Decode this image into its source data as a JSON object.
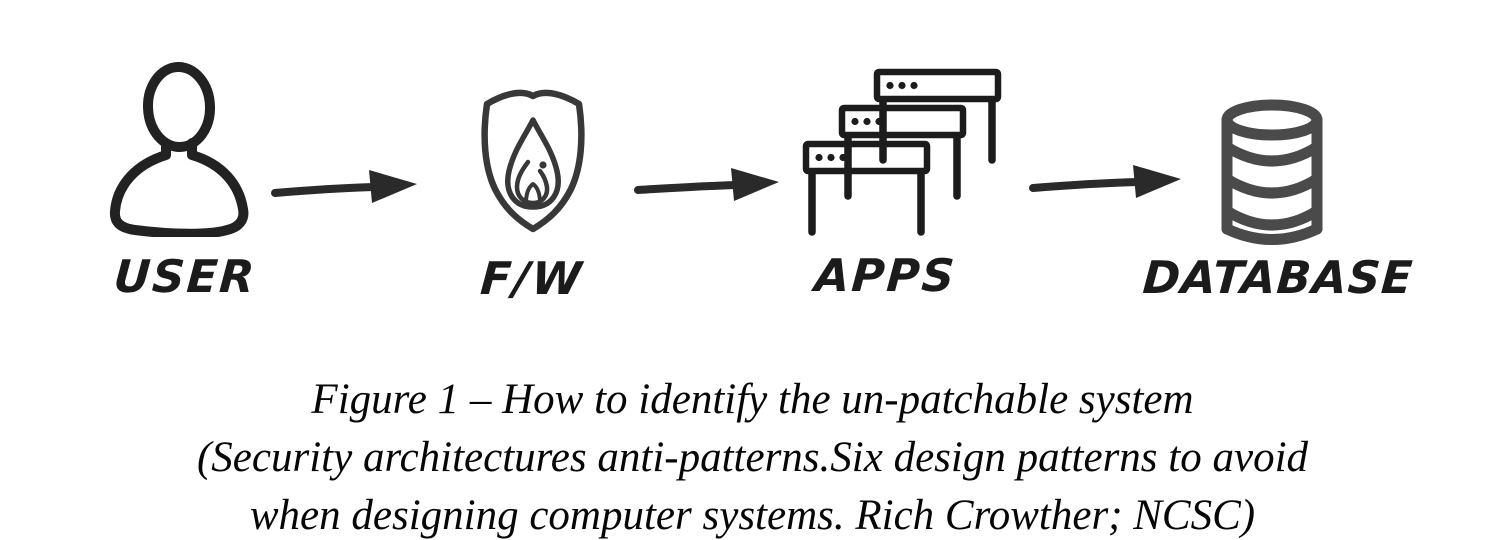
{
  "figure": {
    "background_color": "#ffffff",
    "ink_color": "#262626",
    "database_ink_color": "#4a4a4a"
  },
  "diagram": {
    "description": "Hand-drawn sketch flow of a system architecture",
    "nodes": [
      {
        "id": "user",
        "label": "USER",
        "icon": "user-person-icon"
      },
      {
        "id": "firewall",
        "label": "F/W",
        "icon": "firewall-shield-flame-icon"
      },
      {
        "id": "apps",
        "label": "APPS",
        "icon": "stacked-app-windows-icon"
      },
      {
        "id": "database",
        "label": "DATABASE",
        "icon": "database-cylinder-icon"
      }
    ],
    "edges": [
      {
        "from": "USER",
        "to": "F/W"
      },
      {
        "from": "F/W",
        "to": "APPS"
      },
      {
        "from": "APPS",
        "to": "DATABASE"
      }
    ]
  },
  "caption": {
    "line1": "Figure 1 – How to identify the un-patchable system",
    "line2": "(Security architectures anti-patterns.Six design patterns to avoid",
    "line3": "when designing computer systems. Rich Crowther; NCSC)"
  }
}
